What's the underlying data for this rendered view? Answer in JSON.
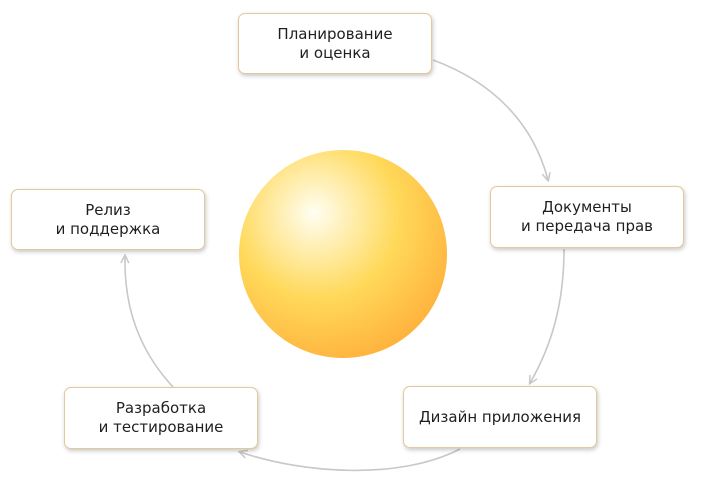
{
  "diagram": {
    "stages": [
      {
        "id": "planning",
        "lines": [
          "Планирование",
          "и оценка"
        ]
      },
      {
        "id": "docs",
        "lines": [
          "Документы",
          "и передача прав"
        ]
      },
      {
        "id": "design",
        "lines": [
          "Дизайн приложения"
        ]
      },
      {
        "id": "dev",
        "lines": [
          "Разработка",
          "и тестирование"
        ]
      },
      {
        "id": "release",
        "lines": [
          "Релиз",
          "и поддержка"
        ]
      }
    ],
    "colors": {
      "sphere_highlight": "#fffef2",
      "sphere_mid": "#ffd95a",
      "sphere_edge": "#ffb13c",
      "arrow": "#c8c8c8",
      "box_border": "#e4c99a"
    }
  }
}
